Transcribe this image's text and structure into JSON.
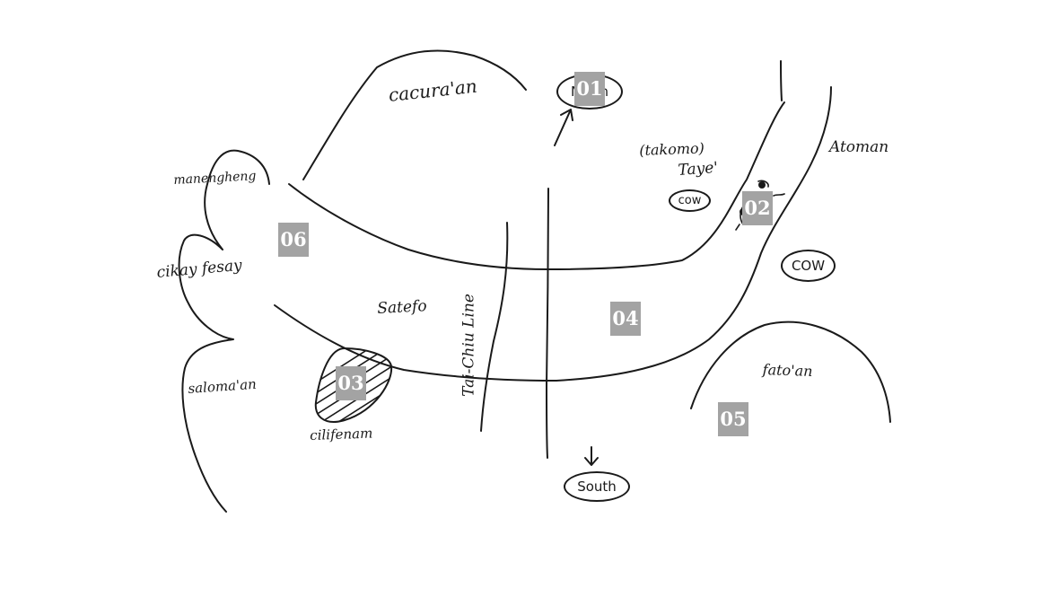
{
  "places": {
    "cacuraan": "cacura'an",
    "manengheng": "manengheng",
    "cikay_fesay": "cikay fesay",
    "salomaan": "saloma'an",
    "satefo": "Satefo",
    "cilifenam": "cilifenam",
    "takomo": "(takomo)",
    "taye": "Taye'",
    "atoman": "Atoman",
    "fatoan": "fato'an"
  },
  "rail": {
    "line_name": "Tai-Chiu Line"
  },
  "directions": {
    "north": "North",
    "south": "South"
  },
  "cows": {
    "small": "cow",
    "large": "COW"
  },
  "markers": [
    "01",
    "02",
    "03",
    "04",
    "05",
    "06"
  ],
  "colors": {
    "ink": "#1a1a1a",
    "marker_bg": "#a3a3a3",
    "marker_text": "#ffffff",
    "background": "#ffffff"
  }
}
